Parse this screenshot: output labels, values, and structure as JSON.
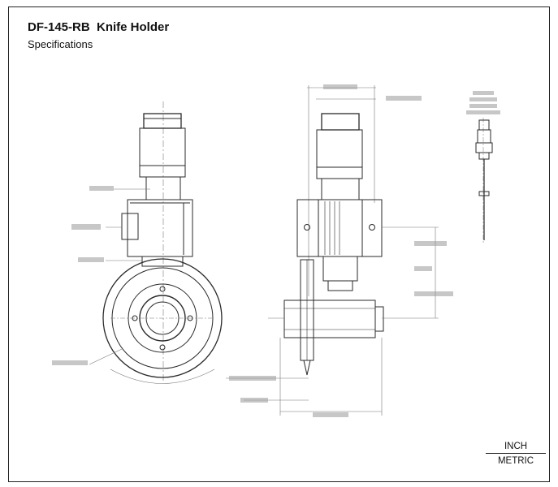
{
  "header": {
    "title": "DF-145-RB  Knife Holder",
    "subtitle": "Specifications"
  },
  "units_legend": {
    "top": "INCH",
    "bottom": "METRIC"
  },
  "colors": {
    "line": "#2a2a2a",
    "dimension": "#555555",
    "background": "#ffffff"
  }
}
